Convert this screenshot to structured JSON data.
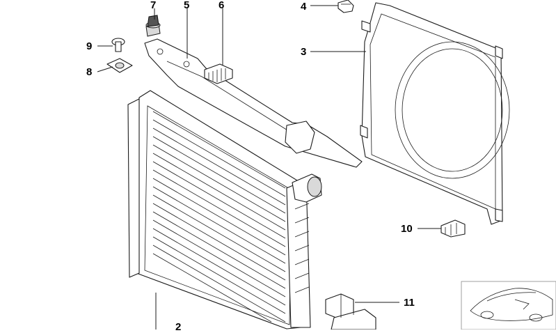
{
  "callouts": [
    {
      "id": "c2",
      "label": "2"
    },
    {
      "id": "c3",
      "label": "3"
    },
    {
      "id": "c4",
      "label": "4"
    },
    {
      "id": "c5",
      "label": "5"
    },
    {
      "id": "c6",
      "label": "6"
    },
    {
      "id": "c7",
      "label": "7"
    },
    {
      "id": "c8",
      "label": "8"
    },
    {
      "id": "c9",
      "label": "9"
    },
    {
      "id": "c10",
      "label": "10"
    },
    {
      "id": "c11",
      "label": "11"
    }
  ]
}
